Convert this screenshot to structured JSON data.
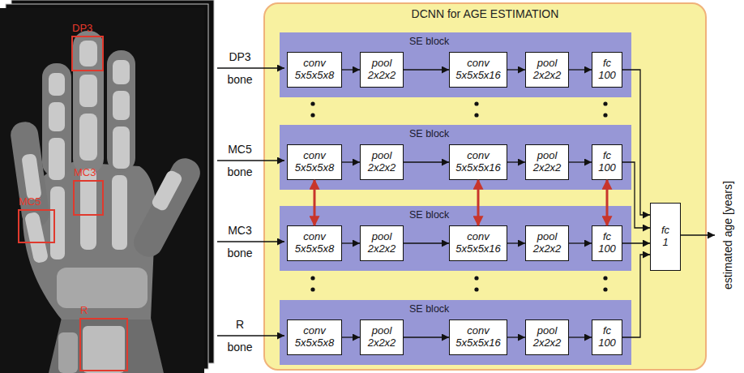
{
  "diagram": {
    "nodes": [
      {
        "text": [
          "DP3"
        ]
      },
      {
        "text": [
          "MC3"
        ]
      },
      {
        "text": [
          "MC5"
        ]
      },
      {
        "text": [
          "R"
        ]
      },
      {
        "text": [
          "DCNN for AGE ESTIMATION"
        ]
      },
      {
        "text": [
          "SE block"
        ],
        "in": 4
      },
      {
        "text": [
          "conv 5x5x5x8"
        ],
        "in": 5
      },
      {
        "text": [
          "pool 2x2x2"
        ],
        "in": 5
      },
      {
        "text": [
          "conv 5x5x5x16"
        ],
        "in": 5
      },
      {
        "text": [
          "pool 2x2x2"
        ],
        "in": 5
      },
      {
        "text": [
          "fc 100"
        ],
        "in": 5
      },
      {
        "text": [
          "SE block"
        ],
        "in": 4
      },
      {
        "text": [
          "conv 5x5x5x8"
        ],
        "in": 11
      },
      {
        "text": [
          "pool 2x2x2"
        ],
        "in": 11
      },
      {
        "text": [
          "conv 5x5x5x16"
        ],
        "in": 11
      },
      {
        "text": [
          "pool 2x2x2"
        ],
        "in": 11
      },
      {
        "text": [
          "fc 100"
        ],
        "in": 11
      },
      {
        "text": [
          "SE block"
        ],
        "in": 4
      },
      {
        "text": [
          "conv 5x5x5x8"
        ],
        "in": 17
      },
      {
        "text": [
          "pool 2x2x2"
        ],
        "in": 17
      },
      {
        "text": [
          "conv 5x5x5x16"
        ],
        "in": 17
      },
      {
        "text": [
          "pool 2x2x2"
        ],
        "in": 17
      },
      {
        "text": [
          "fc 100"
        ],
        "in": 17
      },
      {
        "text": [
          "SE block"
        ],
        "in": 4
      },
      {
        "text": [
          "conv 5x5x5x8"
        ],
        "in": 23
      },
      {
        "text": [
          "pool 2x2x2"
        ],
        "in": 23
      },
      {
        "text": [
          "conv 5x5x5x16"
        ],
        "in": 23
      },
      {
        "text": [
          "pool 2x2x2"
        ],
        "in": 23
      },
      {
        "text": [
          "fc 100"
        ],
        "in": 23
      },
      {
        "text": [
          "fc 1"
        ],
        "in": 4
      }
    ],
    "edges": [
      {
        "from": 6,
        "to": 7,
        "arrow": "to"
      },
      {
        "from": 7,
        "to": 8,
        "arrow": "to"
      },
      {
        "from": 8,
        "to": 9,
        "arrow": "to"
      },
      {
        "from": 9,
        "to": 10,
        "arrow": "to"
      },
      {
        "from": 12,
        "to": 13,
        "arrow": "to"
      },
      {
        "from": 13,
        "to": 14,
        "arrow": "to"
      },
      {
        "from": 14,
        "to": 15,
        "arrow": "to"
      },
      {
        "from": 15,
        "to": 16,
        "arrow": "to"
      },
      {
        "from": 18,
        "to": 19,
        "arrow": "to"
      },
      {
        "from": 19,
        "to": 20,
        "arrow": "to"
      },
      {
        "from": 20,
        "to": 21,
        "arrow": "to"
      },
      {
        "from": 21,
        "to": 22,
        "arrow": "to"
      },
      {
        "from": 24,
        "to": 25,
        "arrow": "to"
      },
      {
        "from": 25,
        "to": 26,
        "arrow": "to"
      },
      {
        "from": 26,
        "to": 27,
        "arrow": "to"
      },
      {
        "from": 27,
        "to": 28,
        "arrow": "to"
      },
      {
        "from": 12,
        "to": 18,
        "arrow": "both"
      },
      {
        "from": 14,
        "to": 20,
        "arrow": "both"
      },
      {
        "from": 16,
        "to": 22,
        "arrow": "both"
      },
      {
        "from": 10,
        "to": 29,
        "arrow": "to"
      },
      {
        "from": 16,
        "to": 29,
        "arrow": "to"
      },
      {
        "from": 22,
        "to": 29,
        "arrow": "to"
      },
      {
        "from": 28,
        "to": 29,
        "arrow": "to"
      }
    ],
    "labels": [
      "DP3 bone",
      "MC5 bone",
      "MC3 bone",
      "R bone",
      "estimated age [years]"
    ]
  }
}
